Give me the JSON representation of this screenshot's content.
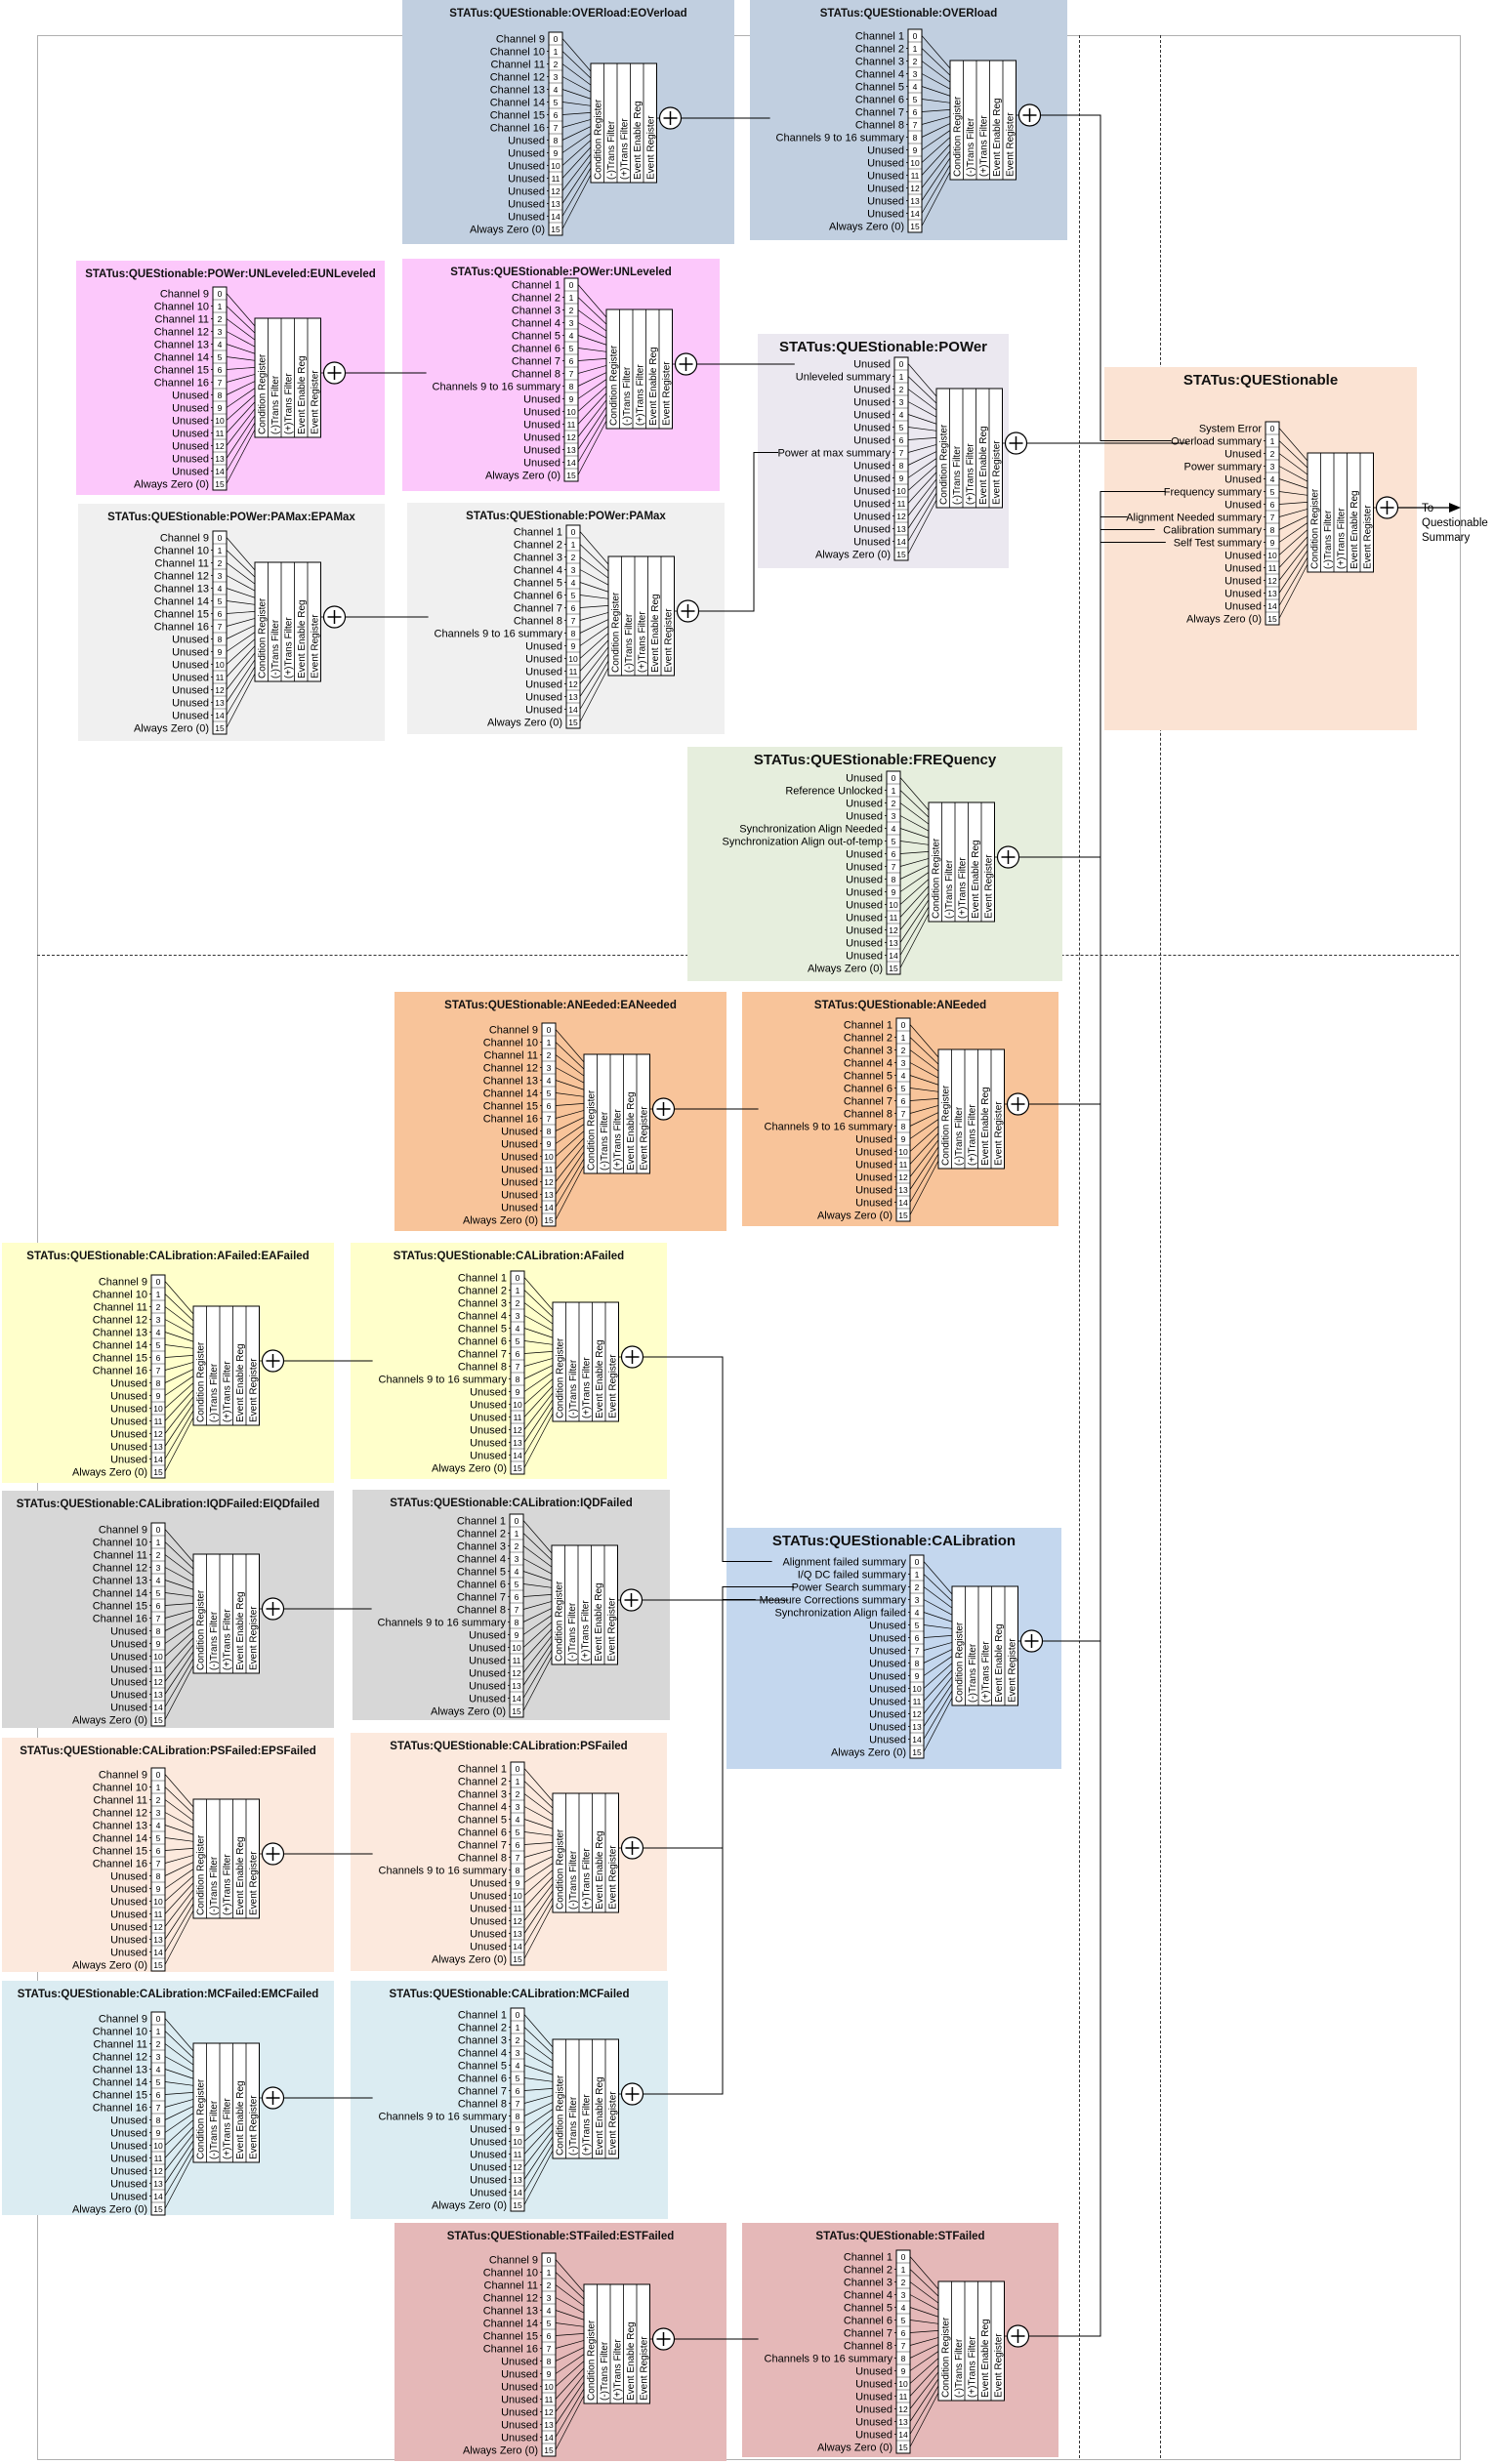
{
  "colors": {
    "overload": "#c1cfe0",
    "unleveled": "#fcc8fb",
    "pamax": "#f0f0f0",
    "power": "#ebe8f0",
    "questionable": "#fbe3d3",
    "frequency": "#e6eedd",
    "aneeded": "#f8c49a",
    "afailed": "#ffffcb",
    "iqdfailed": "#d7d7d7",
    "psfailed": "#fce9dd",
    "mcfailed": "#dbecf2",
    "calibration": "#c4d7ee",
    "stfailed": "#e5b8b8"
  },
  "register_columns": [
    "Condition Register",
    "(-)Trans Filter",
    "(+)Trans Filter",
    "Event Enable Reg",
    "Event Register"
  ],
  "bits": [
    "0",
    "1",
    "2",
    "3",
    "4",
    "5",
    "6",
    "7",
    "8",
    "9",
    "10",
    "11",
    "12",
    "13",
    "14",
    "15"
  ],
  "output_label": [
    "To",
    "Questionable",
    "Summary"
  ],
  "labels": {
    "ch9_16": [
      "Channel 9",
      "Channel 10",
      "Channel 11",
      "Channel 12",
      "Channel 13",
      "Channel 14",
      "Channel 15",
      "Channel 16",
      "Unused",
      "Unused",
      "Unused",
      "Unused",
      "Unused",
      "Unused",
      "Unused",
      "Always Zero (0)"
    ],
    "ch1_8": [
      "Channel 1",
      "Channel 2",
      "Channel 3",
      "Channel 4",
      "Channel 5",
      "Channel 6",
      "Channel 7",
      "Channel 8",
      "Channels 9 to 16 summary",
      "Unused",
      "Unused",
      "Unused",
      "Unused",
      "Unused",
      "Unused",
      "Always Zero (0)"
    ]
  },
  "blocks": [
    {
      "id": "overload-ext",
      "title": "STATus:QUEStionable:OVERload:EOVerload",
      "labels_ref": "ch9_16",
      "color": "overload"
    },
    {
      "id": "overload",
      "title": "STATus:QUEStionable:OVERload",
      "labels_ref": "ch1_8",
      "color": "overload"
    },
    {
      "id": "unleveled-ext",
      "title": "STATus:QUEStionable:POWer:UNLeveled:EUNLeveled",
      "labels_ref": "ch9_16",
      "color": "unleveled"
    },
    {
      "id": "unleveled",
      "title": "STATus:QUEStionable:POWer:UNLeveled",
      "labels_ref": "ch1_8",
      "color": "unleveled"
    },
    {
      "id": "pamax-ext",
      "title": "STATus:QUEStionable:POWer:PAMax:EPAMax",
      "labels_ref": "ch9_16",
      "color": "pamax"
    },
    {
      "id": "pamax",
      "title": "STATus:QUEStionable:POWer:PAMax",
      "labels_ref": "ch1_8",
      "color": "pamax"
    },
    {
      "id": "power",
      "title": "STATus:QUEStionable:POWer",
      "labels": [
        "Unused",
        "Unleveled summary",
        "Unused",
        "Unused",
        "Unused",
        "Unused",
        "Unused",
        "Power at max summary",
        "Unused",
        "Unused",
        "Unused",
        "Unused",
        "Unused",
        "Unused",
        "Unused",
        "Always Zero (0)"
      ],
      "color": "power"
    },
    {
      "id": "questionable",
      "title": "STATus:QUEStionable",
      "labels": [
        "System Error",
        "Overload summary",
        "Unused",
        "Power summary",
        "Unused",
        "Frequency summary",
        "Unused",
        "Alignment Needed summary",
        "Calibration summary",
        "Self Test summary",
        "Unused",
        "Unused",
        "Unused",
        "Unused",
        "Unused",
        "Always Zero (0)"
      ],
      "color": "questionable"
    },
    {
      "id": "frequency",
      "title": "STATus:QUEStionable:FREQuency",
      "labels": [
        "Unused",
        "Reference Unlocked",
        "Unused",
        "Unused",
        "Synchronization Align Needed",
        "Synchronization Align out-of-temp",
        "Unused",
        "Unused",
        "Unused",
        "Unused",
        "Unused",
        "Unused",
        "Unused",
        "Unused",
        "Unused",
        "Always Zero (0)"
      ],
      "color": "frequency"
    },
    {
      "id": "aneeded-ext",
      "title": "STATus:QUEStionable:ANEeded:EANeeded",
      "labels_ref": "ch9_16",
      "color": "aneeded"
    },
    {
      "id": "aneeded",
      "title": "STATus:QUEStionable:ANEeded",
      "labels_ref": "ch1_8",
      "color": "aneeded"
    },
    {
      "id": "afailed-ext",
      "title": "STATus:QUEStionable:CALibration:AFailed:EAFailed",
      "labels_ref": "ch9_16",
      "color": "afailed"
    },
    {
      "id": "afailed",
      "title": "STATus:QUEStionable:CALibration:AFailed",
      "labels_ref": "ch1_8",
      "color": "afailed"
    },
    {
      "id": "iqdfailed-ext",
      "title": "STATus:QUEStionable:CALibration:IQDFailed:EIQDfailed",
      "labels_ref": "ch9_16",
      "color": "iqdfailed"
    },
    {
      "id": "iqdfailed",
      "title": "STATus:QUEStionable:CALibration:IQDFailed",
      "labels_ref": "ch1_8",
      "color": "iqdfailed"
    },
    {
      "id": "calibration",
      "title": "STATus:QUEStionable:CALibration",
      "labels": [
        "Alignment failed summary",
        "I/Q DC failed summary",
        "Power Search summary",
        "Measure Corrections summary",
        "Synchronization Align failed",
        "Unused",
        "Unused",
        "Unused",
        "Unused",
        "Unused",
        "Unused",
        "Unused",
        "Unused",
        "Unused",
        "Unused",
        "Always Zero (0)"
      ],
      "color": "calibration"
    },
    {
      "id": "psfailed-ext",
      "title": "STATus:QUEStionable:CALibration:PSFailed:EPSFailed",
      "labels_ref": "ch9_16",
      "color": "psfailed"
    },
    {
      "id": "psfailed",
      "title": "STATus:QUEStionable:CALibration:PSFailed",
      "labels_ref": "ch1_8",
      "color": "psfailed"
    },
    {
      "id": "mcfailed-ext",
      "title": "STATus:QUEStionable:CALibration:MCFailed:EMCFailed",
      "labels_ref": "ch9_16",
      "color": "mcfailed"
    },
    {
      "id": "mcfailed",
      "title": "STATus:QUEStionable:CALibration:MCFailed",
      "labels_ref": "ch1_8",
      "color": "mcfailed"
    },
    {
      "id": "stfailed-ext",
      "title": "STATus:QUEStionable:STFailed:ESTFailed",
      "labels_ref": "ch9_16",
      "color": "stfailed"
    },
    {
      "id": "stfailed",
      "title": "STATus:QUEStionable:STFailed",
      "labels_ref": "ch1_8",
      "color": "stfailed"
    }
  ],
  "connections": [
    {
      "from": "overload-ext",
      "to": "overload",
      "bit": 8
    },
    {
      "from": "unleveled-ext",
      "to": "unleveled",
      "bit": 8
    },
    {
      "from": "pamax-ext",
      "to": "pamax",
      "bit": 8
    },
    {
      "from": "aneeded-ext",
      "to": "aneeded",
      "bit": 8
    },
    {
      "from": "afailed-ext",
      "to": "afailed",
      "bit": 8
    },
    {
      "from": "iqdfailed-ext",
      "to": "iqdfailed",
      "bit": 8
    },
    {
      "from": "psfailed-ext",
      "to": "psfailed",
      "bit": 8
    },
    {
      "from": "mcfailed-ext",
      "to": "mcfailed",
      "bit": 8
    },
    {
      "from": "stfailed-ext",
      "to": "stfailed",
      "bit": 8
    },
    {
      "from": "overload",
      "to": "questionable",
      "bit": 1
    },
    {
      "from": "unleveled",
      "to": "power",
      "bit": 1
    },
    {
      "from": "pamax",
      "to": "power",
      "bit": 7
    },
    {
      "from": "power",
      "to": "questionable",
      "bit": 3
    },
    {
      "from": "frequency",
      "to": "questionable",
      "bit": 5
    },
    {
      "from": "aneeded",
      "to": "questionable",
      "bit": 7
    },
    {
      "from": "calibration",
      "to": "questionable",
      "bit": 8
    },
    {
      "from": "stfailed",
      "to": "questionable",
      "bit": 9
    },
    {
      "from": "afailed",
      "to": "calibration",
      "bit": 0
    },
    {
      "from": "iqdfailed",
      "to": "calibration",
      "bit": 1
    },
    {
      "from": "psfailed",
      "to": "calibration",
      "bit": 2
    },
    {
      "from": "mcfailed",
      "to": "calibration",
      "bit": 3
    }
  ]
}
